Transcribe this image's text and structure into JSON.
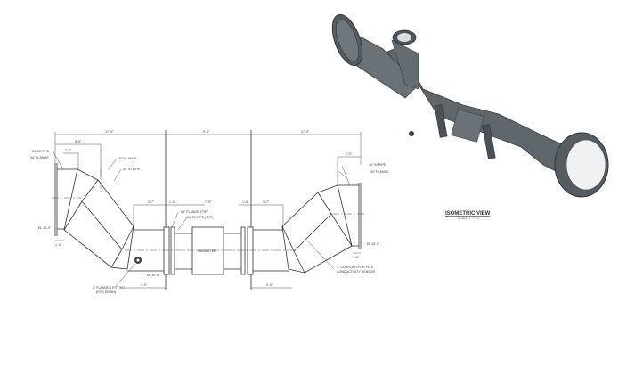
{
  "drawing": {
    "dimensions": {
      "overall_left": "17'-0\"",
      "overall_center": "9'-0\"",
      "overall_right": "17'-0\"",
      "left_top": "5'-0\"",
      "left_inner": "2'-0\"",
      "right_inner": "2'-0\"",
      "left_offset": "3'-7\"",
      "flange_gap_left": "1'-0\"",
      "flange_gap_right": "1'-0\"",
      "magmeter_len": "7'-0\"",
      "right_offset": "3'-7\"",
      "left_bottom": "4'-0\"",
      "right_bottom": "4'-0\"",
      "left_small": "1'-0\"",
      "right_small": "1'-0\""
    },
    "labels": {
      "left_pipe": "34\" ID PIPE",
      "left_flange": "34\" FLANGE",
      "top_flange": "30\" FLANGE",
      "top_pipe": "30\" ID PIPE",
      "flange_typ": "34\" FLANGE (TYP)",
      "pipe_typ": "34\" ID PIPE (TYP)",
      "magmeter": "MAGMETER",
      "el_left": "EL 10'-0\"",
      "el_center": "EL 10'-0\"",
      "el_right": "EL 10'-0\"",
      "flange_note": "2\" FLANGED FITTING",
      "flange_note2": "(FOR DRAIN)",
      "right_pipe": "34\" ID PIPE",
      "right_flange": "34\" FLANGE",
      "coupling_note": "1\" COUPLING FOR PH &",
      "coupling_note2": "CONDUCTIVITY SENSOR"
    },
    "iso": {
      "title": "ISOMETRIC VIEW",
      "scale": "SCALE 1\" = 10'"
    }
  },
  "colors": {
    "steel": "#5f666c",
    "steel_dark": "#3a3f44",
    "steel_light": "#8a9096"
  }
}
